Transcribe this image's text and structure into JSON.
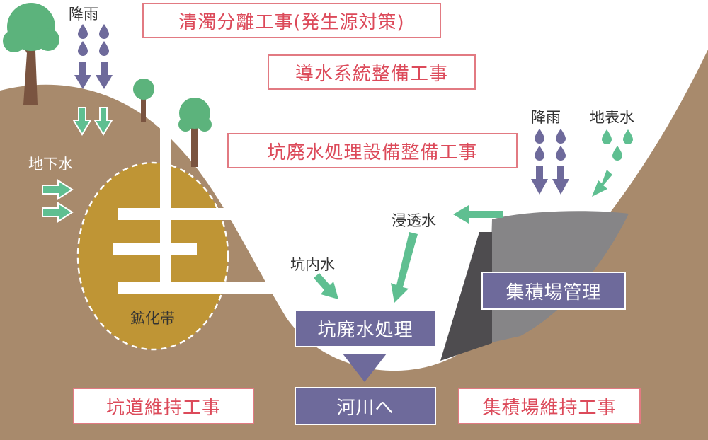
{
  "colors": {
    "ground": "#a88a6c",
    "ore_body": "#bf9535",
    "rock": "#868587",
    "dam": "#4e4c4f",
    "water_arrow": "#5fbf91",
    "rain_arrow": "#6e6a9b",
    "work_text": "#dc4a5a",
    "work_border": "#e27a82",
    "facility_box": "#6e6a9b",
    "tree_leaf": "#5cb37c",
    "tree_trunk": "#7a5440"
  },
  "works": {
    "clean_water": "清濁分離工事(発生源対策)",
    "conduit": "導水系統整備工事",
    "treatment_facility": "坑廃水処理設備整備工事",
    "tunnel_maintenance": "坑道維持工事",
    "yard_maintenance": "集積場維持工事"
  },
  "facilities": {
    "treatment": "坑廃水処理",
    "river": "河川へ",
    "yard": "集積場管理"
  },
  "labels": {
    "rain_left": "降雨",
    "groundwater": "地下水",
    "ore_zone": "鉱化帯",
    "mine_water": "坑内水",
    "seepage": "浸透水",
    "rain_right": "降雨",
    "surface_water": "地表水"
  }
}
